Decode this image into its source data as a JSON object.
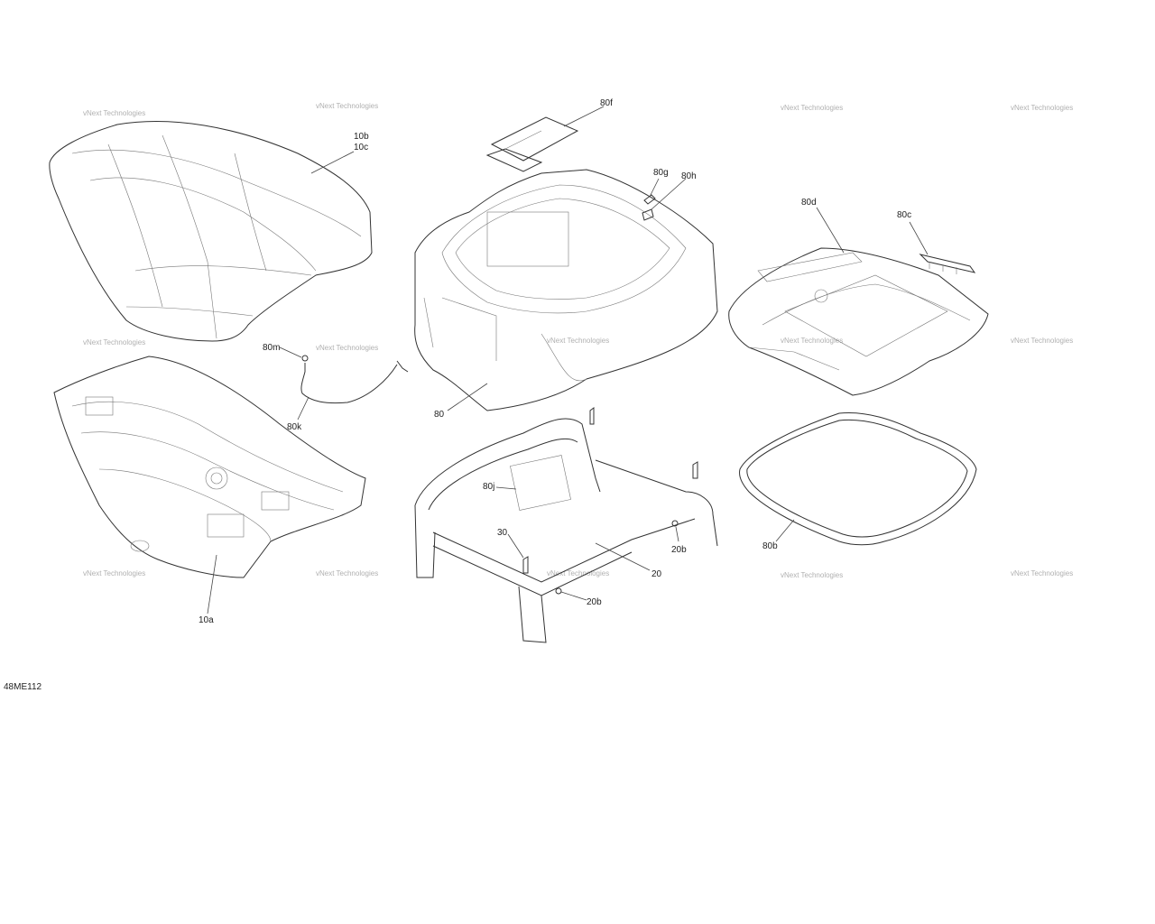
{
  "drawing_code": "48ME112",
  "watermark": "vNext Technologies",
  "callouts": {
    "c10b": "10b",
    "c10c": "10c",
    "c10a": "10a",
    "c80f": "80f",
    "c80g": "80g",
    "c80h": "80h",
    "c80d": "80d",
    "c80c": "80c",
    "c80m": "80m",
    "c80k": "80k",
    "c80": "80",
    "c80j": "80j",
    "c30": "30",
    "c20": "20",
    "c20b_upper": "20b",
    "c20b_lower": "20b",
    "c80b": "80b"
  },
  "colors": {
    "line": "#333333",
    "watermark": "#b0b0b0",
    "text": "#222222"
  }
}
